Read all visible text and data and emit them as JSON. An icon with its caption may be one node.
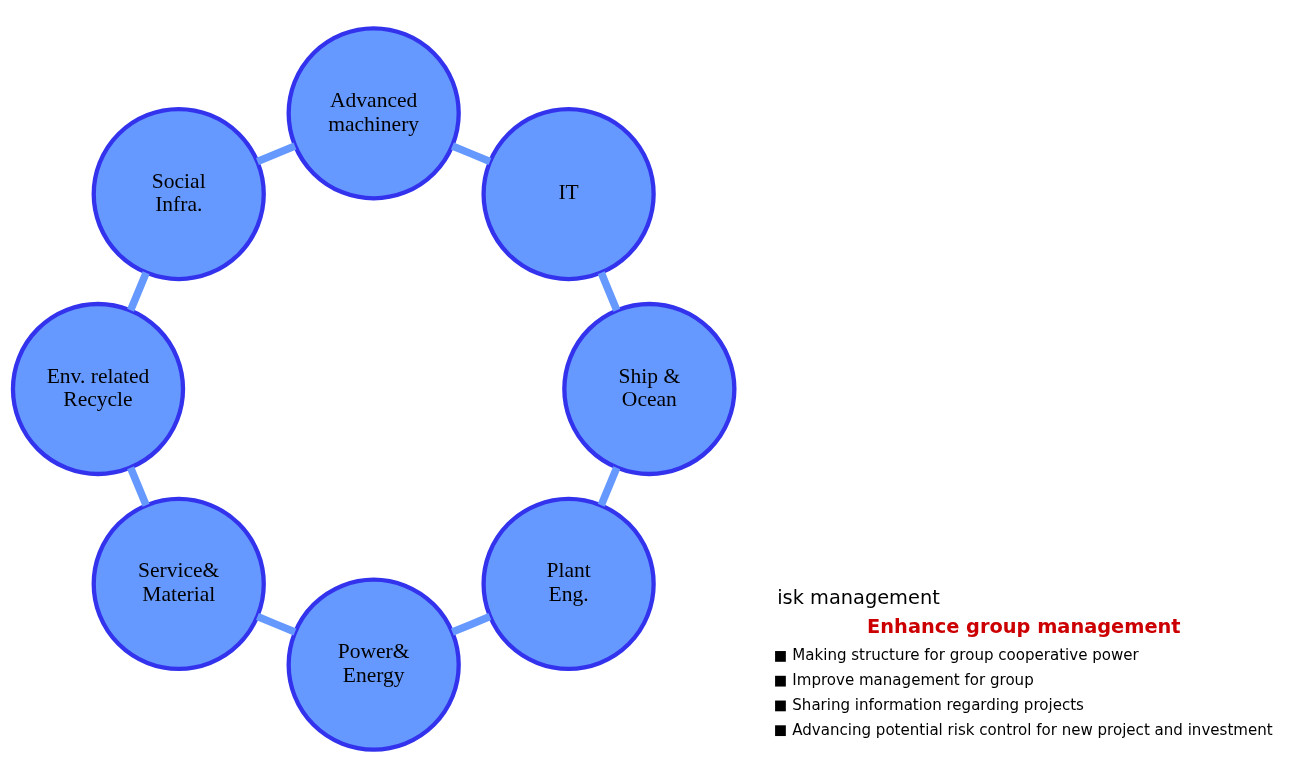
{
  "diagram": {
    "nodes": [
      {
        "text": [
          "Plant Eng."
        ]
      },
      {
        "text": [
          "Power& Energy"
        ]
      },
      {
        "text": [
          "Service& Material"
        ]
      },
      {
        "text": [
          "Env. related Recycle"
        ]
      },
      {
        "text": [
          "Ship & Ocean"
        ]
      },
      {
        "text": [
          "Social Infra."
        ]
      },
      {
        "text": [
          "IT"
        ]
      },
      {
        "text": [
          "Advanced machinery"
        ]
      }
    ],
    "edges": [
      {
        "from": 0,
        "to": 1,
        "arrow": "none"
      },
      {
        "from": 1,
        "to": 2,
        "arrow": "none"
      },
      {
        "from": 2,
        "to": 3,
        "arrow": "none"
      },
      {
        "from": 3,
        "to": 5,
        "arrow": "none"
      },
      {
        "from": 5,
        "to": 7,
        "arrow": "none"
      },
      {
        "from": 7,
        "to": 6,
        "arrow": "none"
      },
      {
        "from": 6,
        "to": 4,
        "arrow": "none"
      },
      {
        "from": 4,
        "to": 0,
        "arrow": "none"
      }
    ],
    "labels": [
      "isk management",
      "Enhance group management",
      "Making structure for group cooperative power",
      "Improve management for group",
      "Sharing information regarding projects",
      "Advancing potential risk control for new project and investment"
    ]
  }
}
